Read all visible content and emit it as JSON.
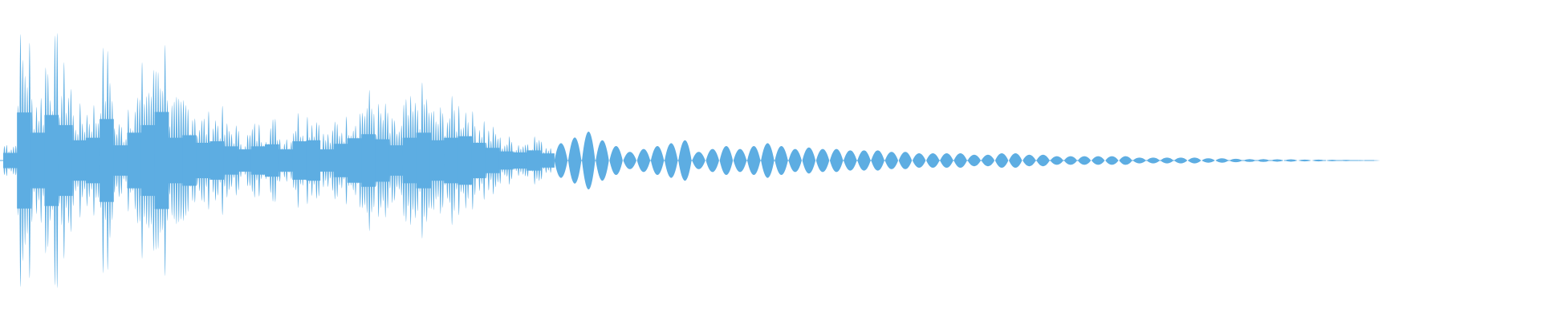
{
  "waveform": {
    "color": "#5dade2",
    "background": "#ffffff",
    "amplitude_envelope": [
      0.15,
      0.95,
      0.55,
      0.9,
      0.7,
      0.4,
      0.45,
      0.82,
      0.3,
      0.55,
      0.7,
      0.96,
      0.45,
      0.5,
      0.35,
      0.38,
      0.28,
      0.22,
      0.28,
      0.32,
      0.22,
      0.38,
      0.4,
      0.22,
      0.33,
      0.44,
      0.52,
      0.42,
      0.3,
      0.45,
      0.55,
      0.4,
      0.45,
      0.48,
      0.35,
      0.25,
      0.18,
      0.16,
      0.2,
      0.14,
      0.12,
      0.16,
      0.2,
      0.14,
      0.1,
      0.06,
      0.08,
      0.1,
      0.12,
      0.14,
      0.06,
      0.08,
      0.1,
      0.08,
      0.1,
      0.12,
      0.1,
      0.08,
      0.09,
      0.08,
      0.08,
      0.07,
      0.07,
      0.07,
      0.06,
      0.06,
      0.05,
      0.05,
      0.05,
      0.05,
      0.04,
      0.04,
      0.05,
      0.05,
      0.04,
      0.04,
      0.03,
      0.03,
      0.03,
      0.03,
      0.03,
      0.03,
      0.02,
      0.02,
      0.02,
      0.02,
      0.02,
      0.015,
      0.015,
      0.012,
      0.01,
      0.01,
      0.008,
      0.008,
      0.006,
      0.006,
      0.005,
      0.004,
      0.003,
      0.002
    ]
  }
}
